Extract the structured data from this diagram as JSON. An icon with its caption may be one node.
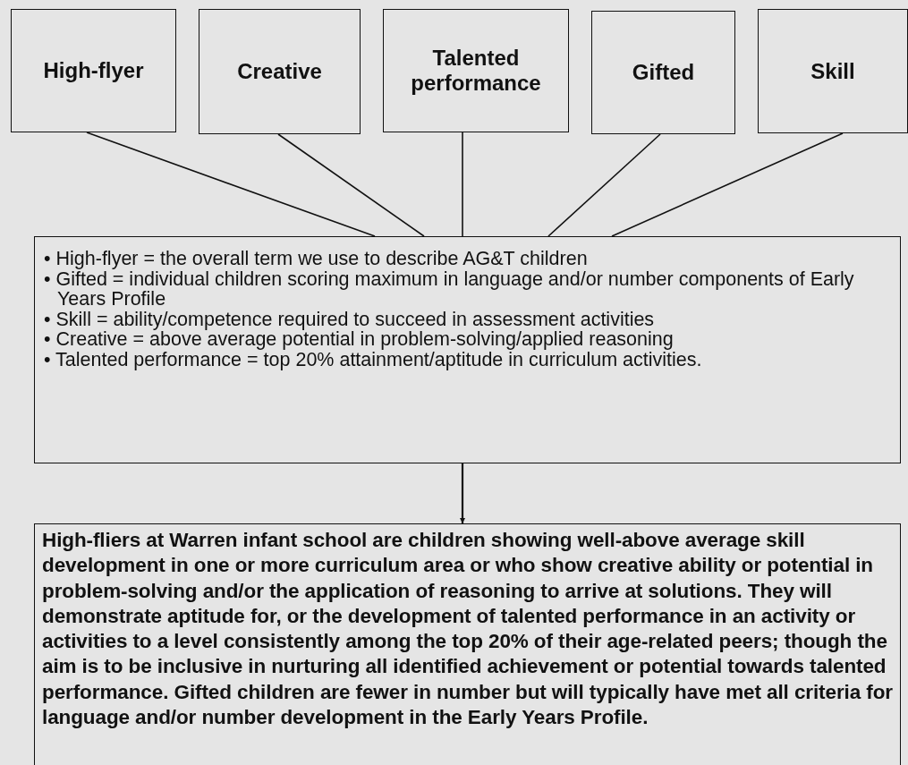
{
  "diagram": {
    "nodes": [
      {
        "text": [
          "High-flyer"
        ]
      },
      {
        "text": [
          "Creative"
        ]
      },
      {
        "text": [
          "Talented performance"
        ]
      },
      {
        "text": [
          "Gifted"
        ]
      },
      {
        "text": [
          "Skill"
        ]
      },
      {
        "text": [
          "• High-flyer = the overall term we use to describe AG&T children",
          "• Gifted = individual children scoring maximum in language and/or number components of Early Years Profile",
          "• Skill = ability/competence required to succeed in assessment activities",
          "• Creative = above average potential in problem-solving/applied reasoning",
          "• Talented performance = top 20% attainment/aptitude in curriculum activities."
        ]
      },
      {
        "text": [
          "High-fliers at Warren infant school are children showing well-above average skill development in one or more curriculum area or who show creative ability or potential in problem-solving and/or the application of reasoning to arrive at solutions. They will demonstrate aptitude for, or the development of talented performance in an activity or activities to a level consistently among the top 20% of their age-related peers; though the aim is to be inclusive in nurturing all identified achievement or potential towards talented performance. Gifted children are fewer in number but will typically have met all criteria for language and/or number development in the Early Years Profile."
        ]
      }
    ],
    "edges": [
      {
        "from": 0,
        "to": 5,
        "arrow": "none"
      },
      {
        "from": 1,
        "to": 5,
        "arrow": "none"
      },
      {
        "from": 2,
        "to": 5,
        "arrow": "none"
      },
      {
        "from": 3,
        "to": 5,
        "arrow": "none"
      },
      {
        "from": 4,
        "to": 5,
        "arrow": "none"
      },
      {
        "from": 5,
        "to": 6,
        "arrow": "to"
      }
    ]
  }
}
